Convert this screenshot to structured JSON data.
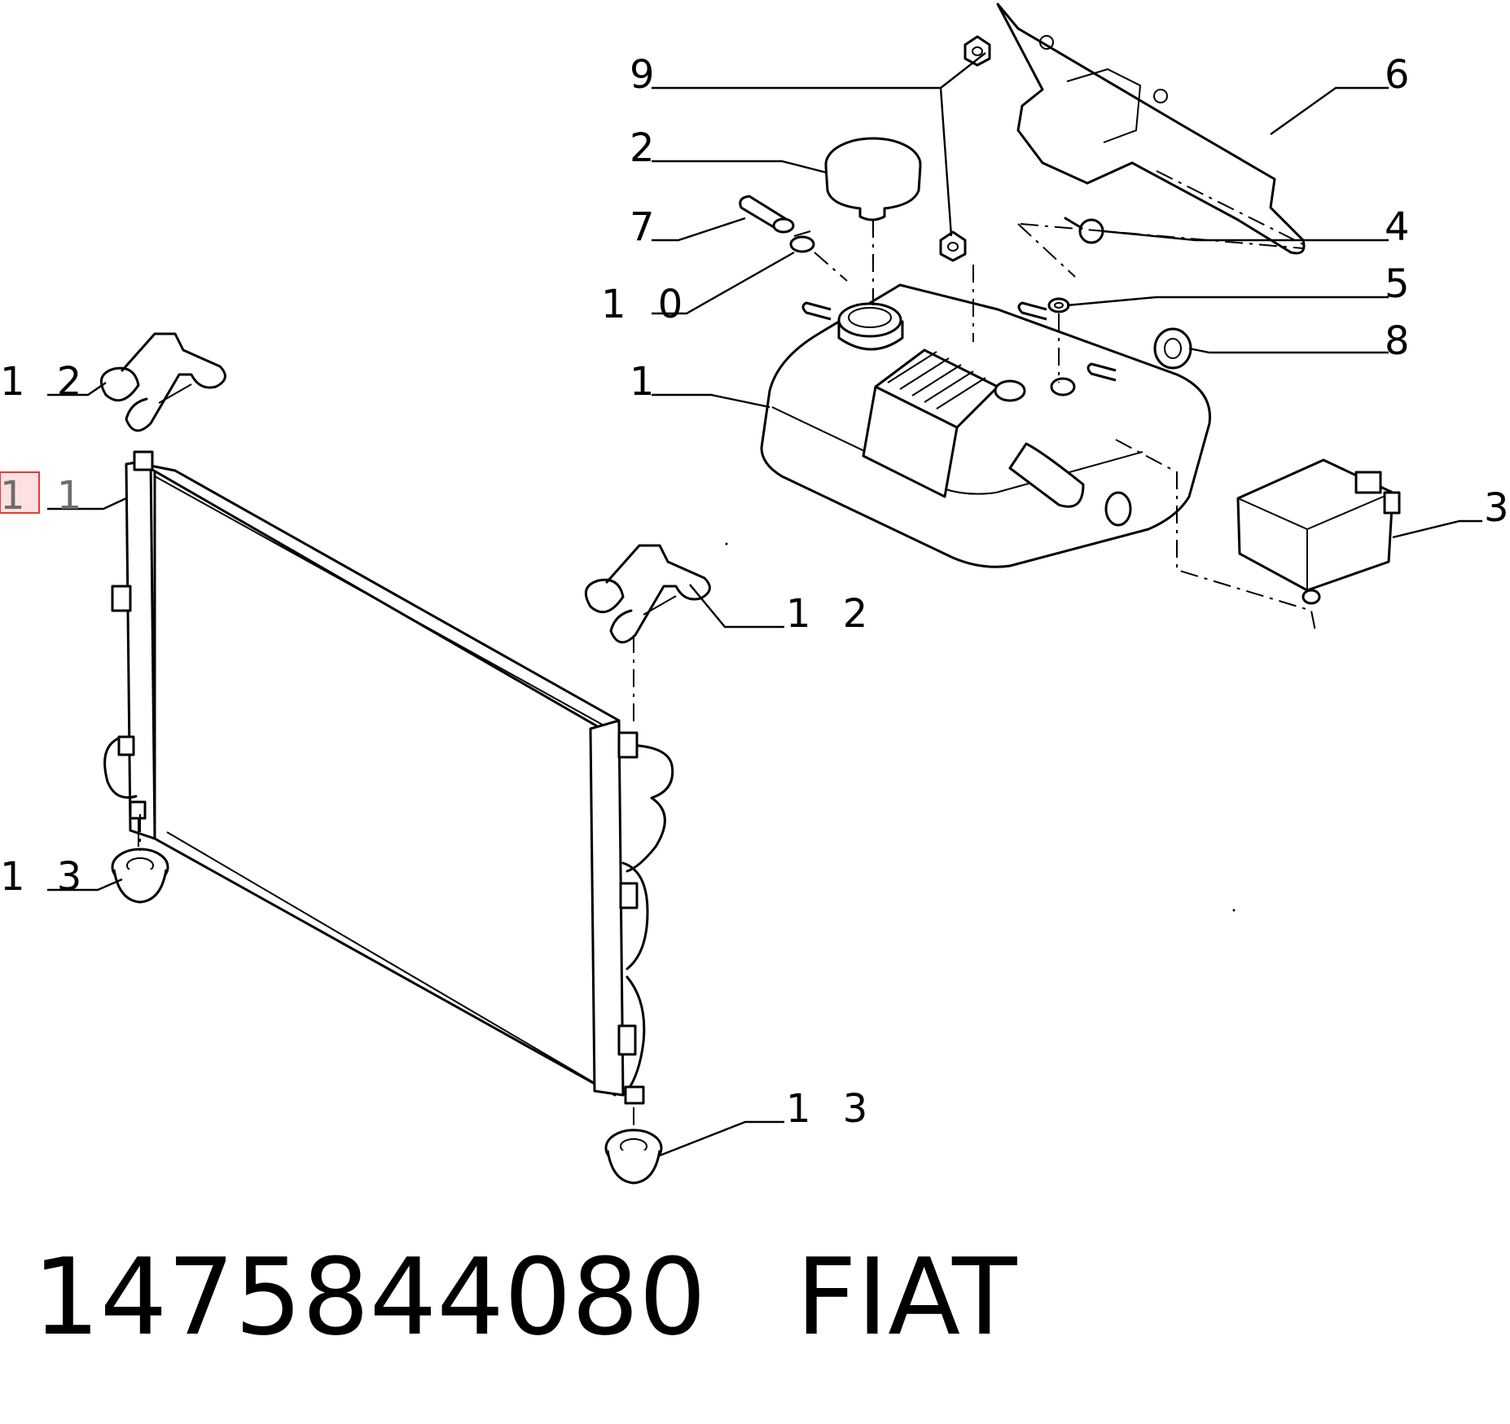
{
  "callouts": {
    "c1": "1",
    "c2": "2",
    "c3": "3",
    "c4": "4",
    "c5": "5",
    "c6": "6",
    "c7": "7",
    "c8": "8",
    "c9": "9",
    "c10": "1 0",
    "c11": "1 1",
    "c12a": "1 2",
    "c12b": "1 2",
    "c13a": "1 3",
    "c13b": "1 3"
  },
  "footer": {
    "part_number": "1475844080",
    "brand": "FIAT"
  },
  "colors": {
    "line": "#000000",
    "highlight": "#e53935"
  }
}
